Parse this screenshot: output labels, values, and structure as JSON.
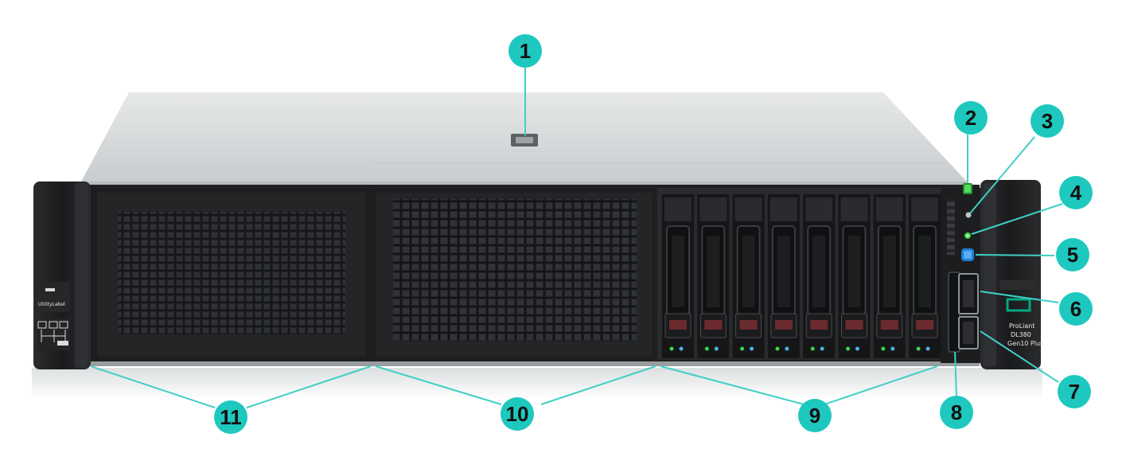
{
  "colors": {
    "callout_fill": "#1ec8be",
    "callout_line": "#3fcfc6",
    "chassis_top": "#d3d6d8",
    "bezel_black": "#1b1c1e",
    "uid_blue": "#1f7fd6",
    "health_green": "#3fd34a",
    "hpe_green": "#01a982"
  },
  "callouts": [
    {
      "number": "1",
      "target": "access-panel"
    },
    {
      "number": "2",
      "target": "power-button"
    },
    {
      "number": "3",
      "target": "health-led"
    },
    {
      "number": "4",
      "target": "nic-status-led"
    },
    {
      "number": "5",
      "target": "uid-button"
    },
    {
      "number": "6",
      "target": "ilo-service-port"
    },
    {
      "number": "7",
      "target": "usb-port"
    },
    {
      "number": "8",
      "target": "display-port"
    },
    {
      "number": "9",
      "target": "drive-box-3"
    },
    {
      "number": "10",
      "target": "drive-box-2"
    },
    {
      "number": "11",
      "target": "drive-box-1"
    }
  ],
  "drives": {
    "count": 8
  }
}
